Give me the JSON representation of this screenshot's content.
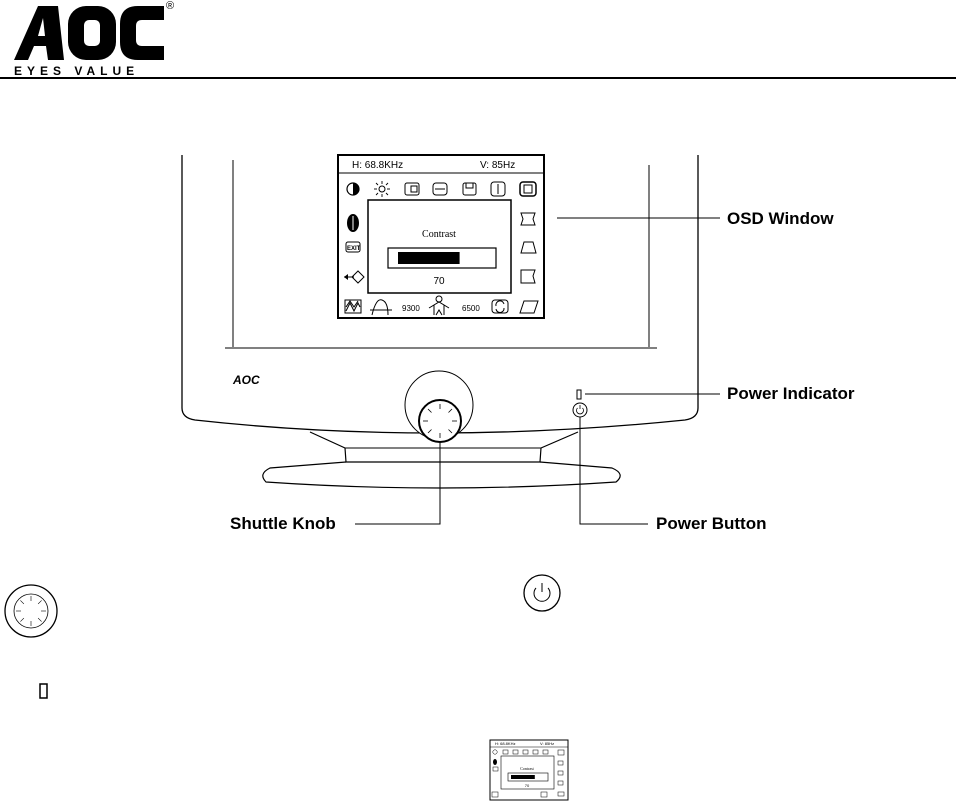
{
  "brand": {
    "logo_text": "AOC",
    "registered_mark": "®",
    "tagline": "EYES VALUE",
    "bezel_logo": "AOC"
  },
  "osd": {
    "h_freq": "H: 68.8KHz",
    "v_freq": "V: 85Hz",
    "active_item": "Contrast",
    "value": "70",
    "value_fraction": 0.7,
    "color_temp_1": "9300",
    "color_temp_2": "6500"
  },
  "callouts": {
    "osd_window": "OSD Window",
    "power_indicator": "Power Indicator",
    "shuttle_knob": "Shuttle Knob",
    "power_button": "Power Button"
  },
  "thumbnail": {
    "h_freq": "H: 68.8KHz",
    "v_freq": "V: 85Hz",
    "active_item": "Contrast",
    "value": "70"
  },
  "icons": [
    "contrast-icon",
    "brightness-icon",
    "h-position-icon",
    "h-size-icon",
    "v-position-icon",
    "v-size-icon",
    "zoom-icon",
    "language-icon",
    "exit-icon",
    "recall-icon",
    "pincushion-icon",
    "trapezoid-icon",
    "pin-balance-icon",
    "parallelogram-icon",
    "moire-icon",
    "focus-icon",
    "user-color-icon",
    "degauss-icon",
    "tilt-icon"
  ]
}
